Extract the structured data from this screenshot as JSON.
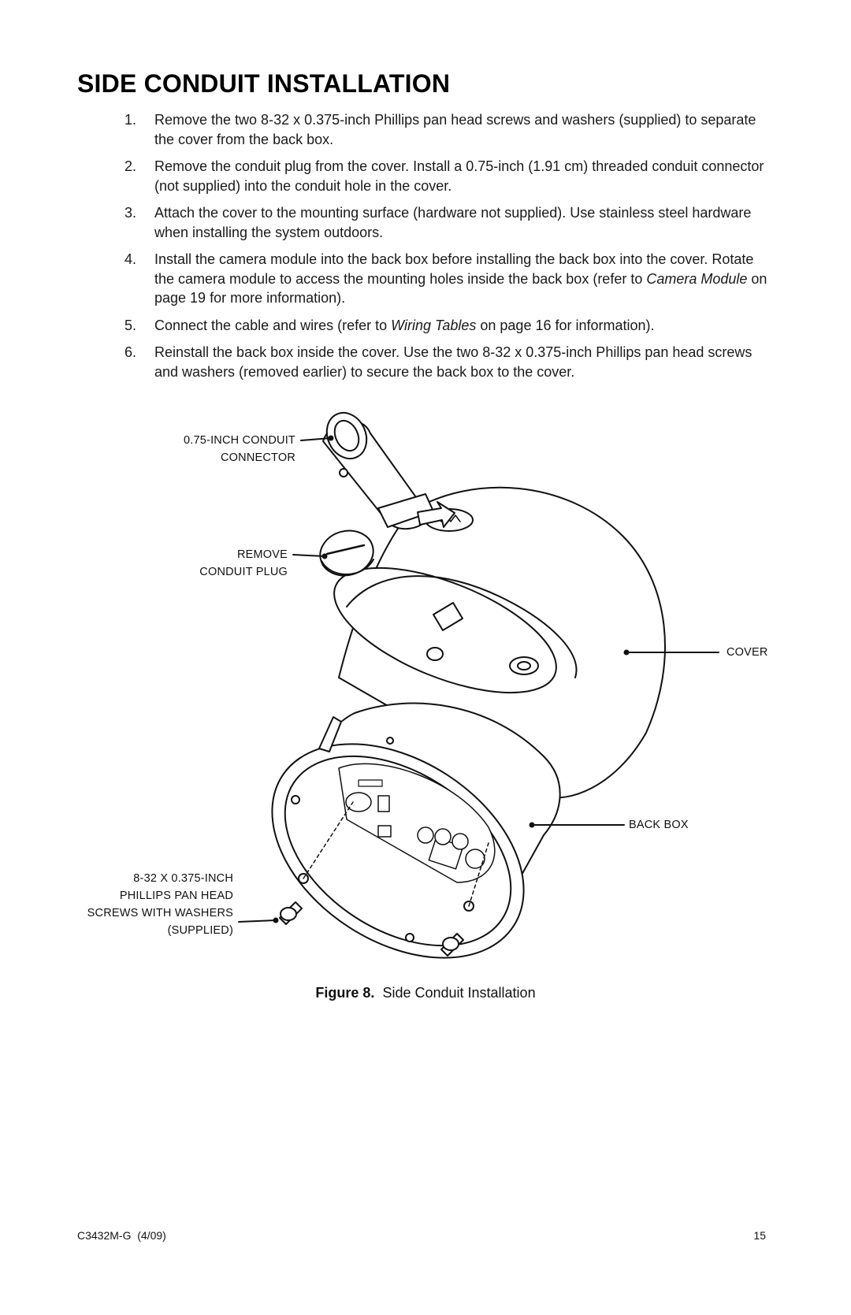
{
  "title": "SIDE CONDUIT INSTALLATION",
  "steps": [
    {
      "num": "1.",
      "text": "Remove the two 8-32 x 0.375-inch Phillips pan head screws and washers (supplied) to separate the cover from the back box."
    },
    {
      "num": "2.",
      "text": "Remove the conduit plug from the cover. Install a 0.75-inch (1.91 cm) threaded conduit connector (not supplied) into the conduit hole in the cover."
    },
    {
      "num": "3.",
      "text": "Attach the cover to the mounting surface (hardware not supplied). Use stainless steel hardware when installing the system outdoors."
    },
    {
      "num": "4.",
      "text_before": "Install the camera module into the back box before installing the back box into the cover. Rotate the camera module to access the mounting holes inside the back box (refer to ",
      "ref": "Camera Module",
      "text_after": " on page 19 for more information)."
    },
    {
      "num": "5.",
      "text_before": "Connect the cable and wires (refer to ",
      "ref": "Wiring Tables",
      "text_after": " on page 16 for information)."
    },
    {
      "num": "6.",
      "text": "Reinstall the back box inside the cover. Use the two 8-32 x 0.375-inch Phillips pan head screws and washers (removed earlier) to secure the back box to the cover."
    }
  ],
  "callouts": {
    "conduit_connector_1": "0.75-INCH CONDUIT",
    "conduit_connector_2": "CONNECTOR",
    "remove_plug_1": "REMOVE",
    "remove_plug_2": "CONDUIT PLUG",
    "cover": "COVER",
    "back_box": "BACK BOX",
    "screws_1": "8-32 X 0.375-INCH",
    "screws_2": "PHILLIPS PAN HEAD",
    "screws_3": "SCREWS WITH WASHERS",
    "screws_4": "(SUPPLIED)"
  },
  "caption": {
    "label": "Figure 8.",
    "text": "Side Conduit Installation"
  },
  "footer": {
    "doc_id": "C3432M-G  (4/09)",
    "page": "15"
  }
}
